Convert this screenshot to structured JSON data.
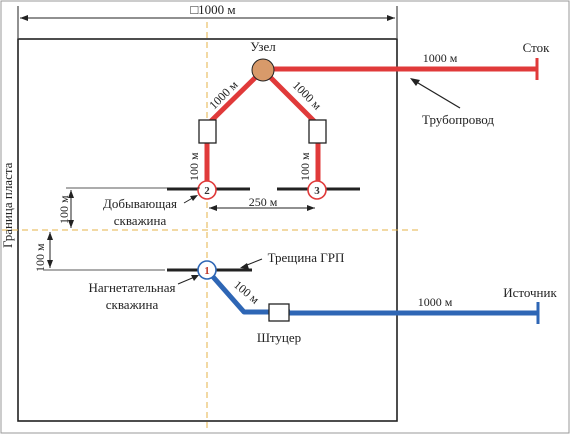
{
  "labels": {
    "field_size": "□1000 м",
    "boundary": "Граница пласта",
    "node": "Узел",
    "sink": "Сток",
    "pipeline": "Трубопровод",
    "source": "Источник",
    "choke": "Штуцер",
    "fracture": "Трещина ГРП",
    "producer": "Добывающая скважина",
    "producer_line1": "Добывающая",
    "producer_line2": "скважина",
    "injector_line1": "Нагнетательная",
    "injector_line2": "скважина",
    "len_1000_outlet": "1000 м",
    "len_1000_inlet": "1000 м",
    "len_1000_left_diag": "1000 м",
    "len_1000_right_diag": "1000 м",
    "len_100_left_riser": "100 м",
    "len_100_right_riser": "100 м",
    "len_100_inj_diag": "100 м",
    "spacing_250": "250 м",
    "dist_100_upper": "100 м",
    "dist_100_lower": "100 м"
  },
  "wells": [
    {
      "id": "1",
      "type": "injection"
    },
    {
      "id": "2",
      "type": "production"
    },
    {
      "id": "3",
      "type": "production"
    }
  ],
  "colors": {
    "production_pipe": "#e03a3a",
    "injection_pipe": "#2e66b5",
    "node_fill": "#d89a6a",
    "axis_dash": "#e6b34a",
    "outline": "#222222"
  }
}
